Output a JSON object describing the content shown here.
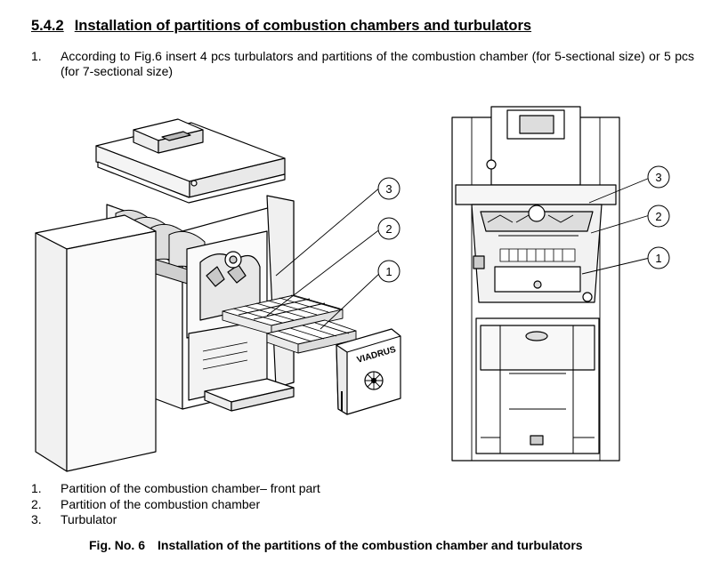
{
  "section": {
    "number": "5.4.2",
    "title": "Installation of partitions of combustion chambers and turbulators"
  },
  "step": {
    "number": "1.",
    "text": "According to Fig.6 insert 4 pcs turbulators and partitions of the combustion chamber (for 5-sectional size) or 5 pcs (for 7-sectional size)"
  },
  "figure": {
    "brand_text": "VIADRUS",
    "callouts_left": [
      "3",
      "2",
      "1"
    ],
    "callouts_right": [
      "3",
      "2",
      "1"
    ]
  },
  "legend": [
    {
      "number": "1.",
      "text": "Partition of the combustion chamber– front part"
    },
    {
      "number": "2.",
      "text": "Partition of the combustion chamber"
    },
    {
      "number": "3.",
      "text": "Turbulator"
    }
  ],
  "caption": {
    "label": "Fig. No. 6",
    "text": "Installation of the partitions of the combustion chamber and turbulators"
  }
}
